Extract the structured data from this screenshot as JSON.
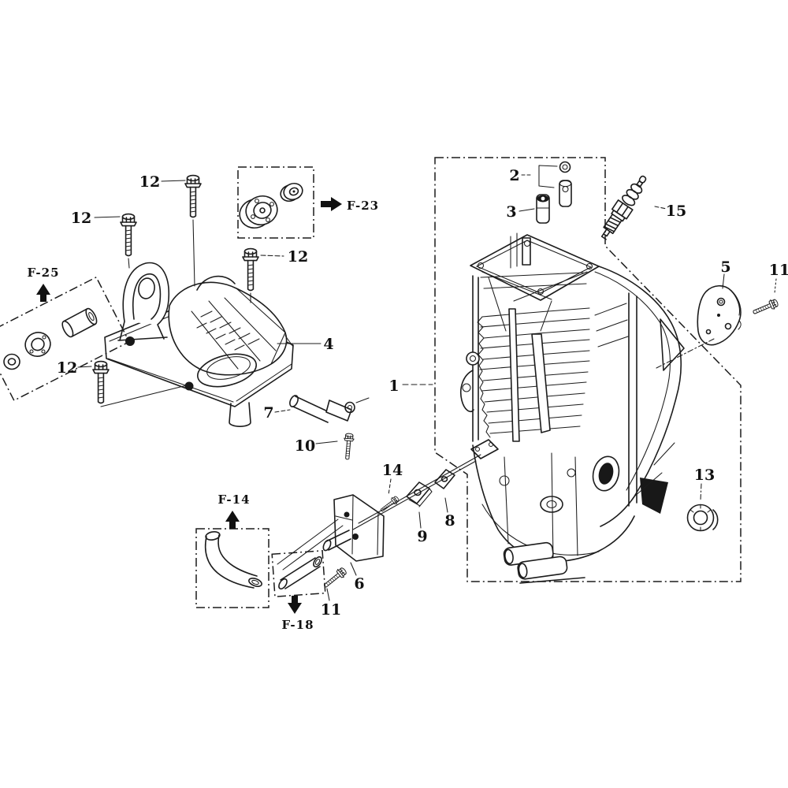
{
  "diagram": {
    "background_color": "#ffffff",
    "line_color": "#1c1c1c",
    "callouts": {
      "engine_assembly_1": "1",
      "pin_set_2": "2",
      "dowel_3": "3",
      "cover_4": "4",
      "side_plate_5": "5",
      "muffler_6": "6",
      "tube_7": "7",
      "gasket_8": "8",
      "gasket_9": "9",
      "bolt_10": "10",
      "bolt_11_right": "11",
      "bolt_11_bottom": "11",
      "bolt_12_top": "12",
      "bolt_12_left": "12",
      "bolt_12_mid": "12",
      "bolt_12_lower": "12",
      "oil_seal_13": "13",
      "screw_14": "14",
      "spark_plug_15": "15"
    },
    "frame_references": {
      "f25": "F-25",
      "f23": "F-23",
      "f14": "F-14",
      "f18": "F-18"
    }
  }
}
